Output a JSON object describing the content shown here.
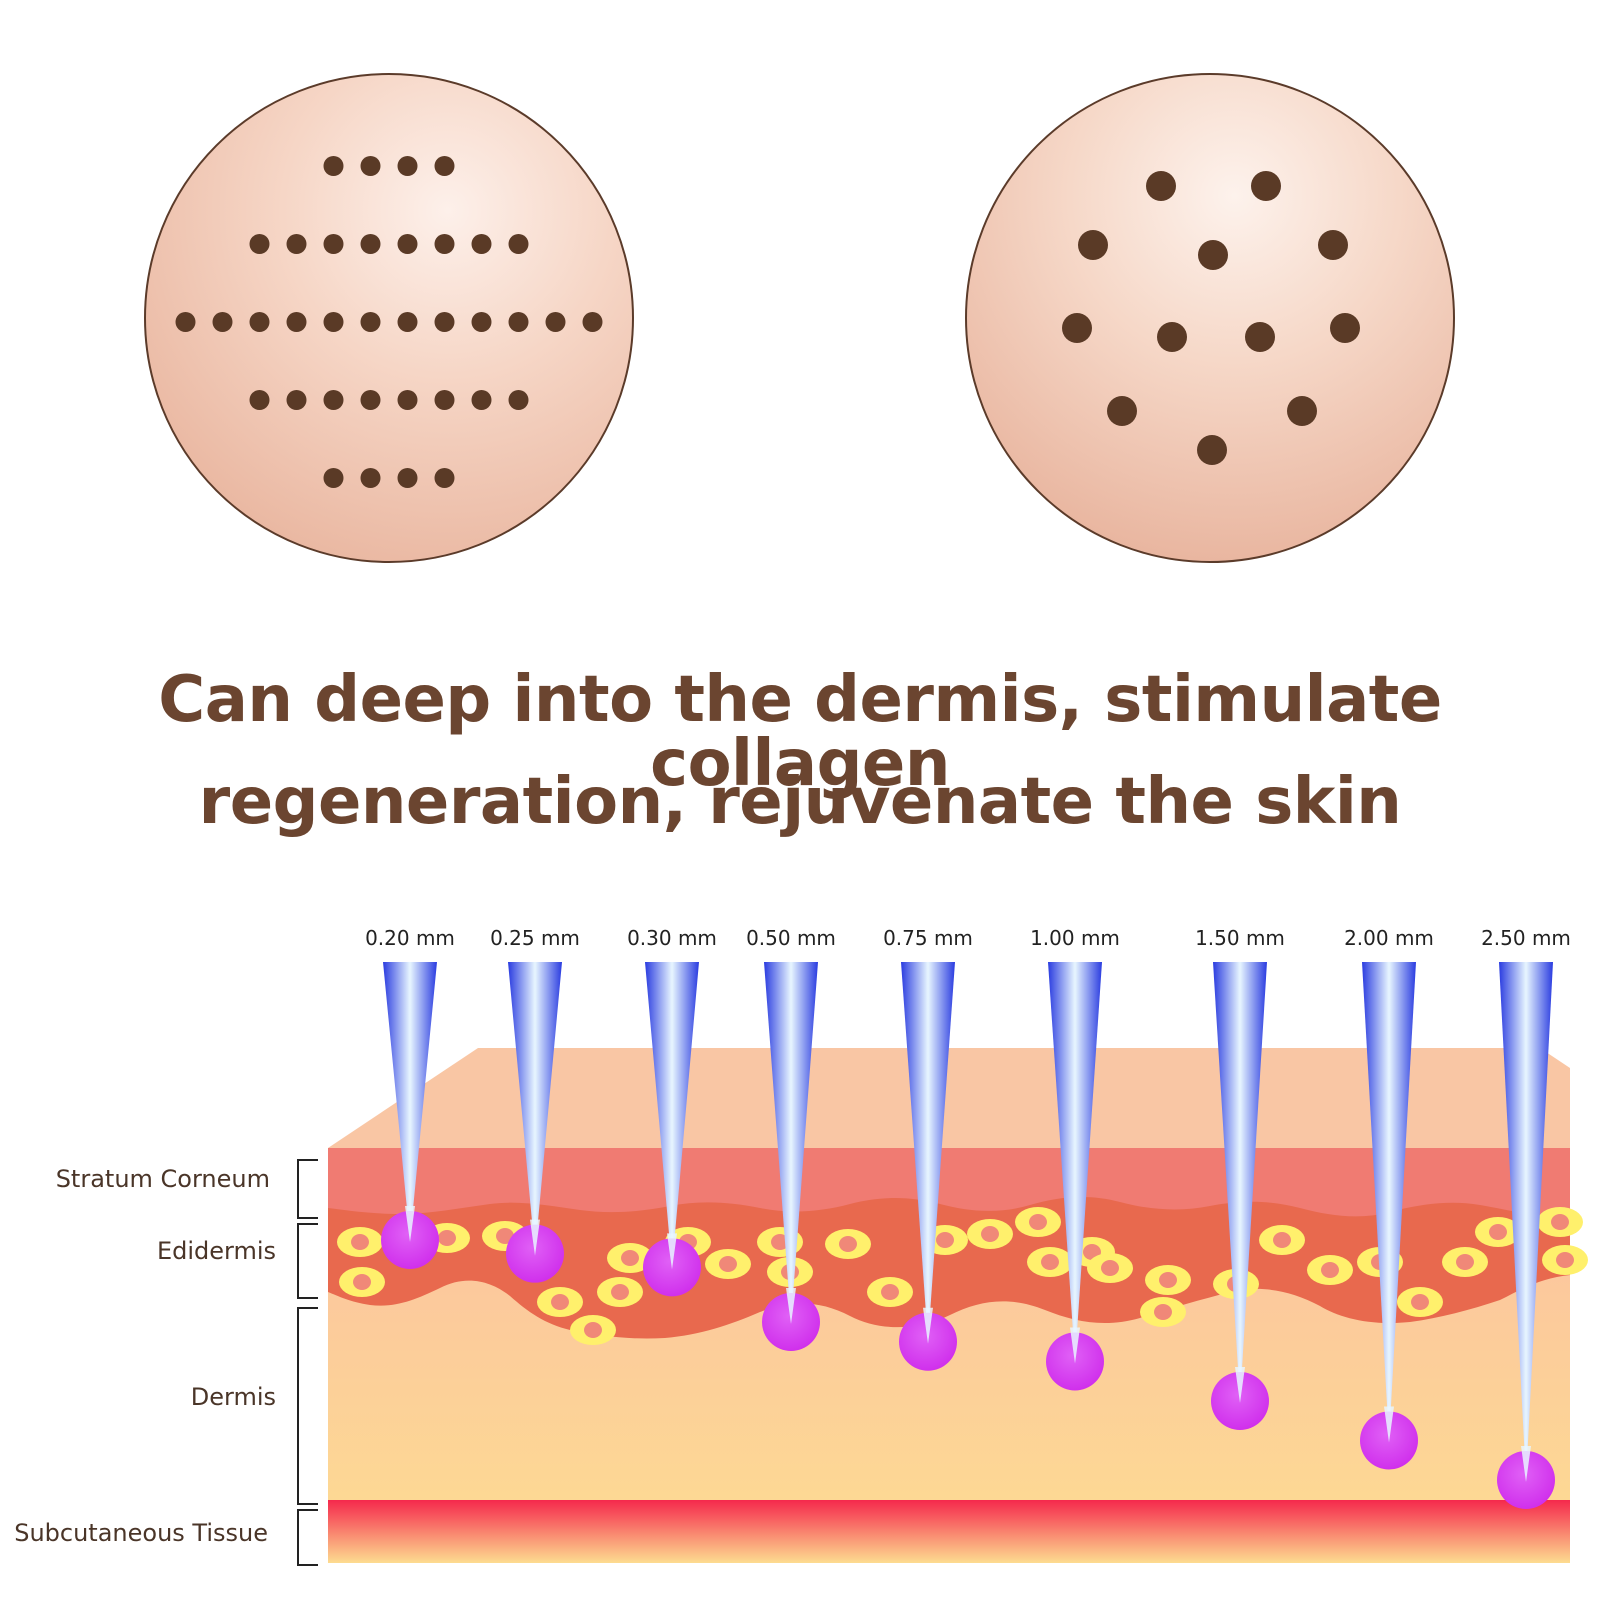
{
  "headline": {
    "line1": "Can deep into the dermis, stimulate collagen",
    "line2": "regeneration, rejuvenate the skin"
  },
  "needles": [
    {
      "label": "0.20 mm",
      "depth_mm": 0.2
    },
    {
      "label": "0.25 mm",
      "depth_mm": 0.25
    },
    {
      "label": "0.30 mm",
      "depth_mm": 0.3
    },
    {
      "label": "0.50 mm",
      "depth_mm": 0.5
    },
    {
      "label": "0.75 mm",
      "depth_mm": 0.75
    },
    {
      "label": "1.00 mm",
      "depth_mm": 1.0
    },
    {
      "label": "1.50 mm",
      "depth_mm": 1.5
    },
    {
      "label": "2.00 mm",
      "depth_mm": 2.0
    },
    {
      "label": "2.50 mm",
      "depth_mm": 2.5
    }
  ],
  "layers": [
    {
      "name": "Stratum Corneum"
    },
    {
      "name": "Edidermis"
    },
    {
      "name": "Dermis"
    },
    {
      "name": "Subcutaneous Tissue"
    }
  ],
  "dot_patterns": {
    "left_row_counts": [
      4,
      8,
      12,
      8,
      4
    ],
    "right_dot_count": 12
  },
  "colors": {
    "headline": "#6b4530",
    "label_text": "#4a3528",
    "dot": "#5a3a26",
    "circle_outline": "#5b3b2a",
    "skin": "#f2c2ad",
    "top_surface": "#f9c6a4",
    "stratum_corneum": "#f07b72",
    "epidermis": "#e8694e",
    "dermis_top": "#fbbfa2",
    "dermis_bottom": "#fdd894",
    "subcutaneous_top": "#f5294c",
    "subcutaneous_bottom": "#fddc90",
    "cell_ring": "#fff06c",
    "cell_nucleus": "#f08878",
    "needle_dark": "#2a3ce0",
    "needle_light": "#e8f6ff",
    "tip_dot": "#d838f0"
  }
}
